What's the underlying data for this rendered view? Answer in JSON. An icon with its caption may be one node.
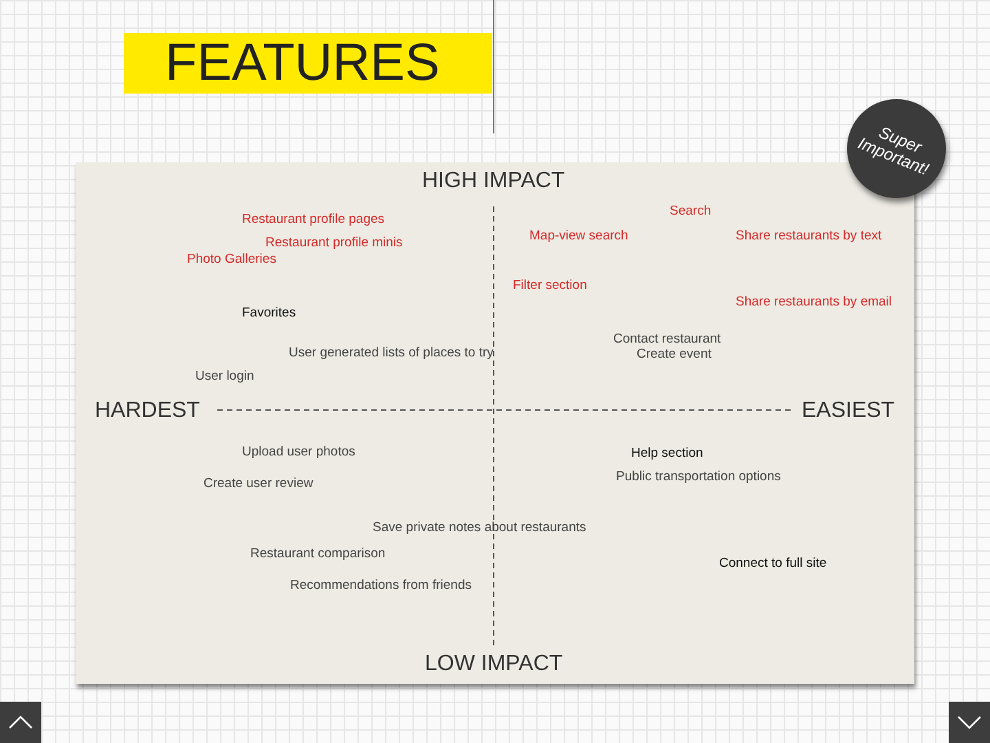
{
  "diagram": {
    "title": "FEATURES",
    "nodes": [
      {
        "text": [
          "Super Important!"
        ]
      }
    ],
    "labels": [
      "HIGH IMPACT",
      "Search",
      "Restaurant profile pages",
      "Map-view search",
      "Share restaurants by text",
      "Restaurant profile minis",
      "Photo Galleries",
      "Filter section",
      "Share restaurants by email",
      "Favorites",
      "Contact restaurant",
      "User generated lists of places to try",
      "Create event",
      "User login",
      "HARDEST",
      "EASIEST",
      "Upload user photos",
      "Help section",
      "Public transportation options",
      "Create user review",
      "Save private notes about restaurants",
      "Restaurant comparison",
      "Connect to full site",
      "Recommendations from friends",
      "LOW IMPACT"
    ]
  }
}
